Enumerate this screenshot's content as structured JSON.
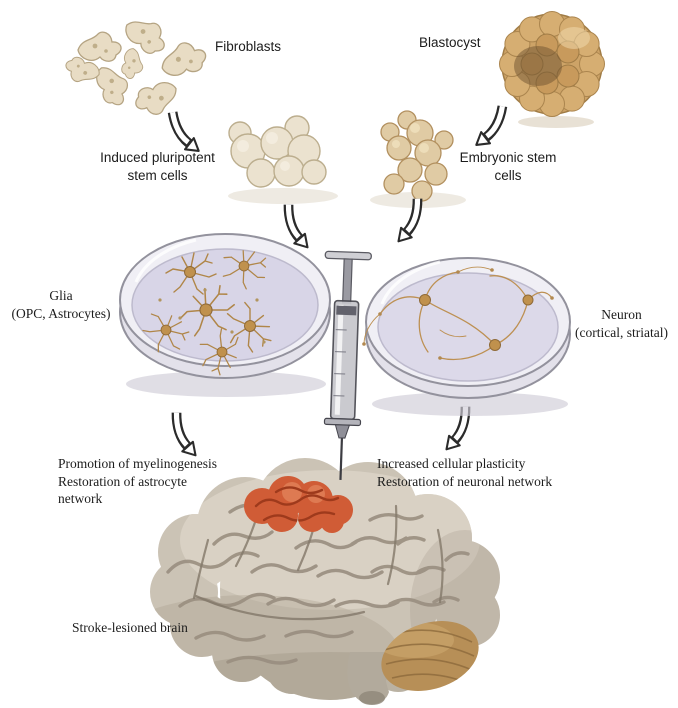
{
  "labels": {
    "fibroblasts": "Fibroblasts",
    "blastocyst": "Blastocyst",
    "ipsc": "Induced pluripotent\nstem cells",
    "esc": "Embryonic stem\ncells",
    "glia": "Glia\n(OPC, Astrocytes)",
    "neuron": "Neuron\n(cortical, striatal)",
    "outcome_left": "Promotion of myelinogenesis\nRestoration of astrocyte\nnetwork",
    "outcome_right": "Increased cellular plasticity\nRestoration of neuronal network",
    "brain": "Stroke-lesioned brain"
  },
  "flow": [
    {
      "from": "Fibroblasts",
      "to": "Induced pluripotent stem cells"
    },
    {
      "from": "Blastocyst",
      "to": "Embryonic stem cells"
    },
    {
      "from": "Induced pluripotent stem cells",
      "to": "Glia (OPC, Astrocytes) culture dish"
    },
    {
      "from": "Embryonic stem cells",
      "to": "Neuron (cortical, striatal) culture dish"
    },
    {
      "from": "Glia culture dish",
      "to": "Promotion of myelinogenesis; Restoration of astrocyte network"
    },
    {
      "from": "Neuron culture dish",
      "to": "Increased cellular plasticity; Restoration of neuronal network"
    }
  ],
  "colors": {
    "background": "#ffffff",
    "text": "#1c1c1c",
    "fibroblast": "#e8dcc4",
    "ipsc_cell": "#ebe2cf",
    "esc_cell": "#e0cba4",
    "blastocyst": "#cda367",
    "dish_media": "#d8d5e7",
    "astrocyte": "#c0914d",
    "neuron_cell": "#bd9052",
    "brain": "#cbc3b5",
    "lesion": "#d05c36",
    "cerebellum": "#b78f57"
  }
}
